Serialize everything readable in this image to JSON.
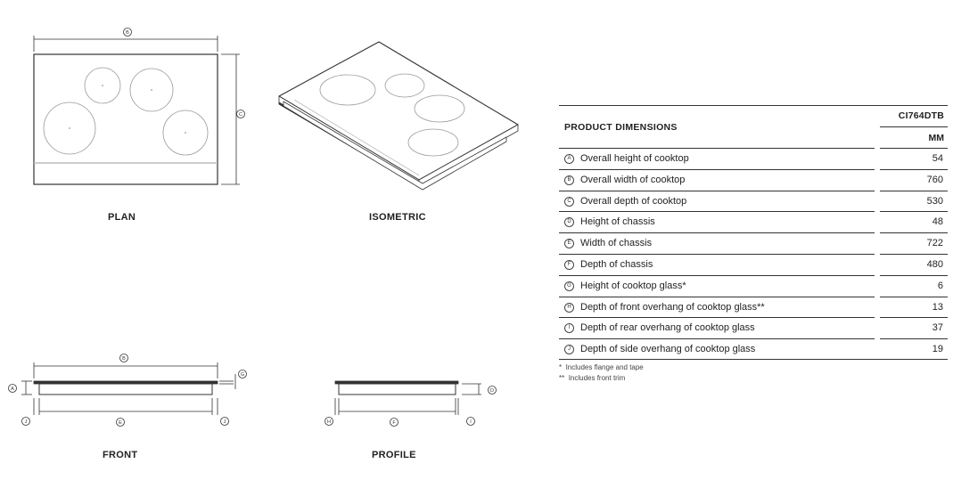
{
  "views": {
    "plan": "PLAN",
    "isometric": "ISOMETRIC",
    "front": "FRONT",
    "profile": "PROFILE"
  },
  "markers": {
    "a": "A",
    "b": "B",
    "c": "C",
    "d": "D",
    "e": "E",
    "f": "F",
    "g": "G",
    "h": "H",
    "i": "I",
    "j": "J"
  },
  "table": {
    "title": "PRODUCT DIMENSIONS",
    "model": "CI764DTB",
    "unit": "MM",
    "rows": [
      {
        "marker": "A",
        "label": "Overall height of cooktop",
        "value": "54"
      },
      {
        "marker": "B",
        "label": "Overall width of cooktop",
        "value": "760"
      },
      {
        "marker": "C",
        "label": "Overall depth of cooktop",
        "value": "530"
      },
      {
        "marker": "D",
        "label": "Height of chassis",
        "value": "48"
      },
      {
        "marker": "E",
        "label": "Width of chassis",
        "value": "722"
      },
      {
        "marker": "F",
        "label": "Depth of chassis",
        "value": "480"
      },
      {
        "marker": "G",
        "label": "Height of cooktop glass*",
        "value": "6"
      },
      {
        "marker": "H",
        "label": "Depth of front overhang of cooktop glass**",
        "value": "13"
      },
      {
        "marker": "I",
        "label": "Depth of rear overhang of cooktop glass",
        "value": "37"
      },
      {
        "marker": "J",
        "label": "Depth of side overhang of cooktop glass",
        "value": "19"
      }
    ],
    "footnotes": [
      {
        "mark": "*",
        "text": "Includes flange and tape"
      },
      {
        "mark": "**",
        "text": "Includes front trim"
      }
    ]
  }
}
